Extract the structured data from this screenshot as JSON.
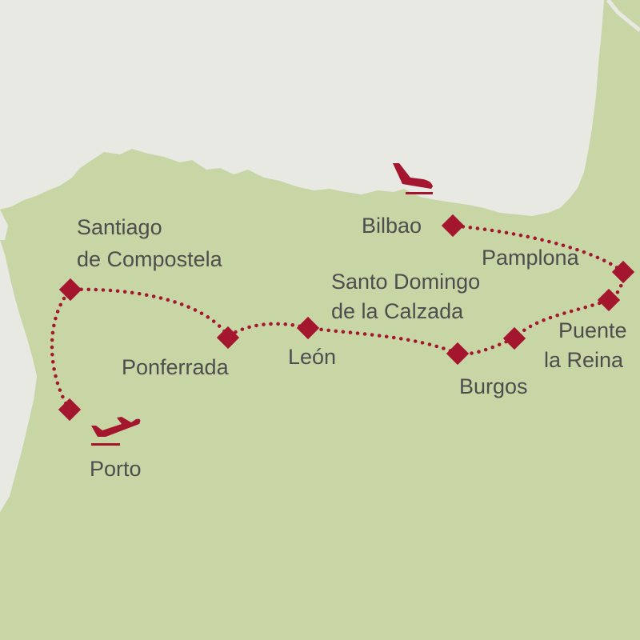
{
  "colors": {
    "sea": "#e9e9e4",
    "land": "#c8d6a6",
    "route": "#a3162e",
    "text": "#4d4d4d"
  },
  "labels": {
    "bilbao": "Bilbao",
    "santiago_line1": "Santiago",
    "santiago_line2": "de Compostela",
    "pamplona": "Pamplona",
    "santo_domingo_line1": "Santo Domingo",
    "santo_domingo_line2": "de la Calzada",
    "puente_line1": "Puente",
    "puente_line2": "la Reina",
    "ponferrada": "Ponferrada",
    "leon": "León",
    "burgos": "Burgos",
    "porto": "Porto"
  },
  "icons": {
    "arrival": "airplane-landing-icon",
    "departure": "airplane-takeoff-icon",
    "stop": "diamond-marker-icon",
    "route": "dotted-route-line"
  }
}
